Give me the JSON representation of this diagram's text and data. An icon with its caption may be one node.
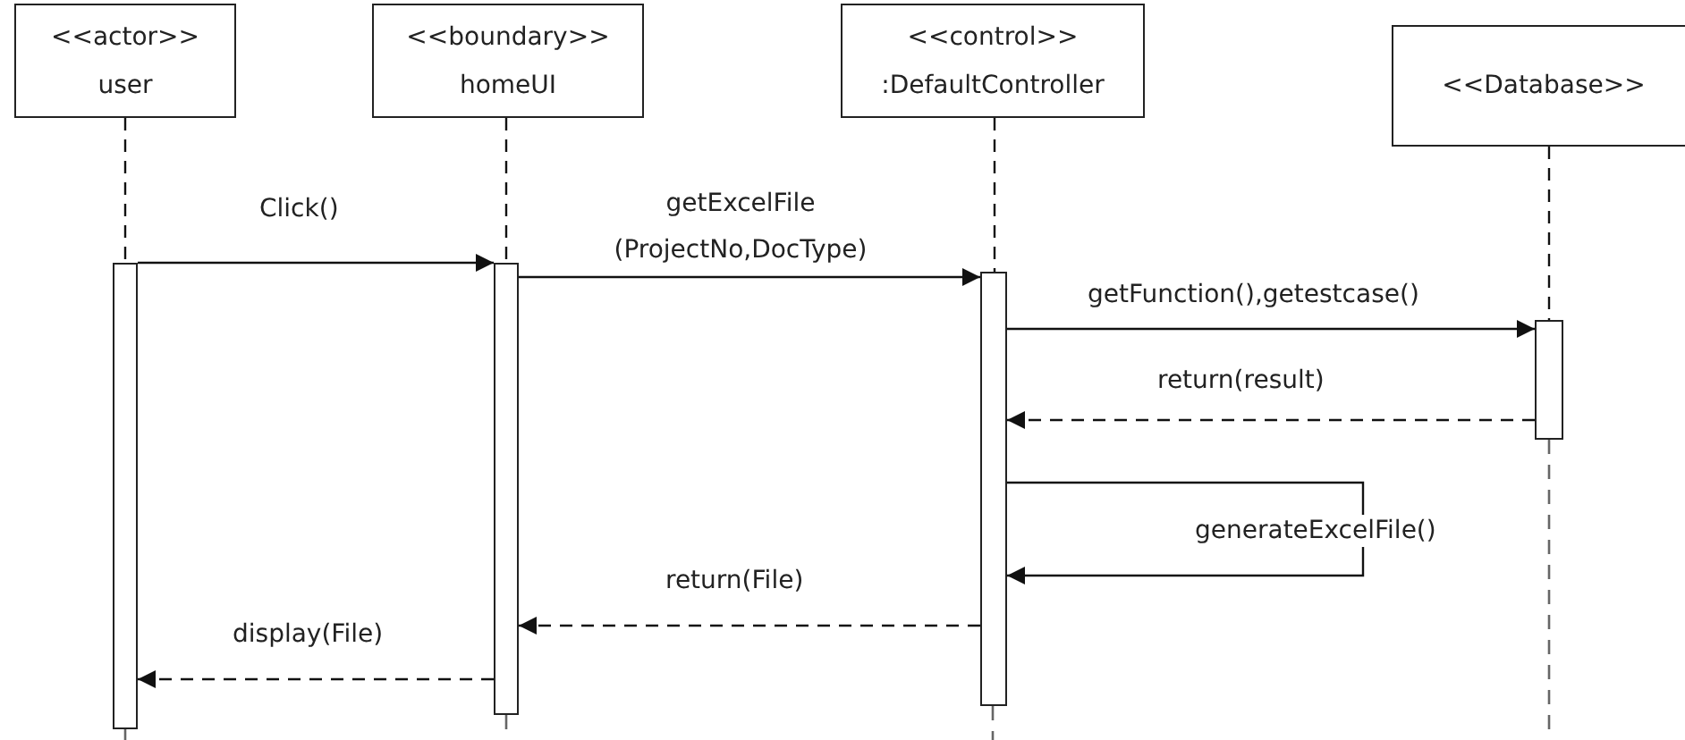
{
  "diagram": {
    "nodes": [
      {
        "text": [
          "<<actor>>",
          "user"
        ]
      },
      {
        "text": [
          "<<boundary>>",
          "homeUI"
        ]
      },
      {
        "text": [
          "<<control>>",
          ":DefaultController"
        ]
      },
      {
        "text": [
          "<<Database>>"
        ]
      },
      {
        "text": [],
        "shape": "bar"
      },
      {
        "text": [],
        "shape": "bar"
      },
      {
        "text": [],
        "shape": "bar"
      },
      {
        "text": [],
        "shape": "bar"
      }
    ],
    "edges": [
      {
        "from": 0,
        "to": 4,
        "arrow": "none",
        "style": "dashed"
      },
      {
        "from": 1,
        "to": 5,
        "arrow": "none",
        "style": "dashed"
      },
      {
        "from": 2,
        "to": 6,
        "arrow": "none",
        "style": "dashed"
      },
      {
        "from": 3,
        "to": 7,
        "arrow": "none",
        "style": "dashed"
      },
      {
        "from": 4,
        "to": 5,
        "arrow": "to",
        "label": "Click()"
      },
      {
        "from": 5,
        "to": 6,
        "arrow": "to",
        "label": "getExcelFile (ProjectNo,DocType)"
      },
      {
        "from": 6,
        "to": 7,
        "arrow": "to",
        "label": "getFunction(),getestcase()"
      },
      {
        "from": 7,
        "to": 6,
        "arrow": "to",
        "label": "return(result)",
        "style": "dashed"
      },
      {
        "from": 6,
        "to": 6,
        "arrow": "to",
        "label": "generateExcelFile()"
      },
      {
        "from": 6,
        "to": 5,
        "arrow": "to",
        "label": "return(File)",
        "style": "dashed"
      },
      {
        "from": 5,
        "to": 4,
        "arrow": "to",
        "label": "display(File)",
        "style": "dashed"
      }
    ]
  }
}
